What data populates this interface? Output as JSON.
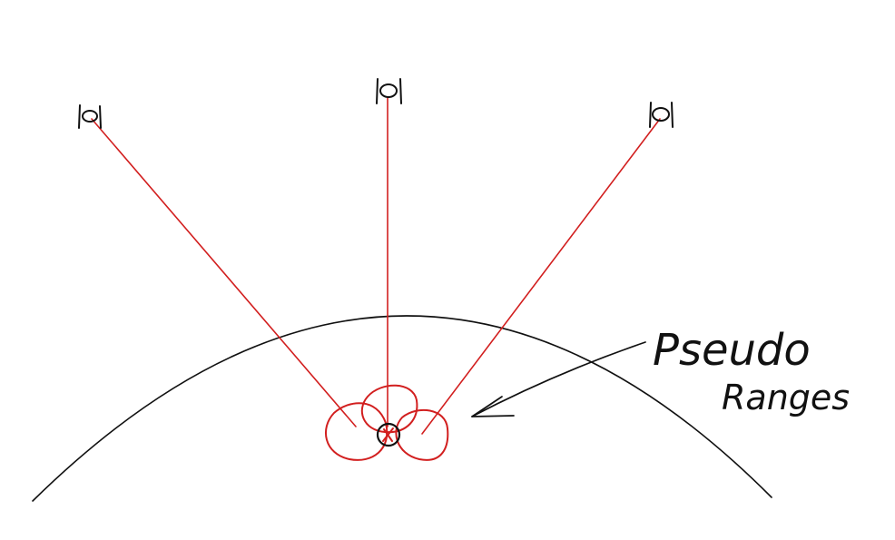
{
  "diagram": {
    "annotation": {
      "line1": "Pseudo",
      "line2": "Ranges"
    },
    "satellites": [
      {
        "name": "satellite-left"
      },
      {
        "name": "satellite-center"
      },
      {
        "name": "satellite-right"
      }
    ],
    "colors": {
      "range_lines": "#d21f1f",
      "outline": "#111111",
      "background": "#ffffff"
    },
    "icons": [
      "satellite-icon",
      "earth-horizon",
      "receiver-position-icon",
      "arrow-icon"
    ]
  }
}
